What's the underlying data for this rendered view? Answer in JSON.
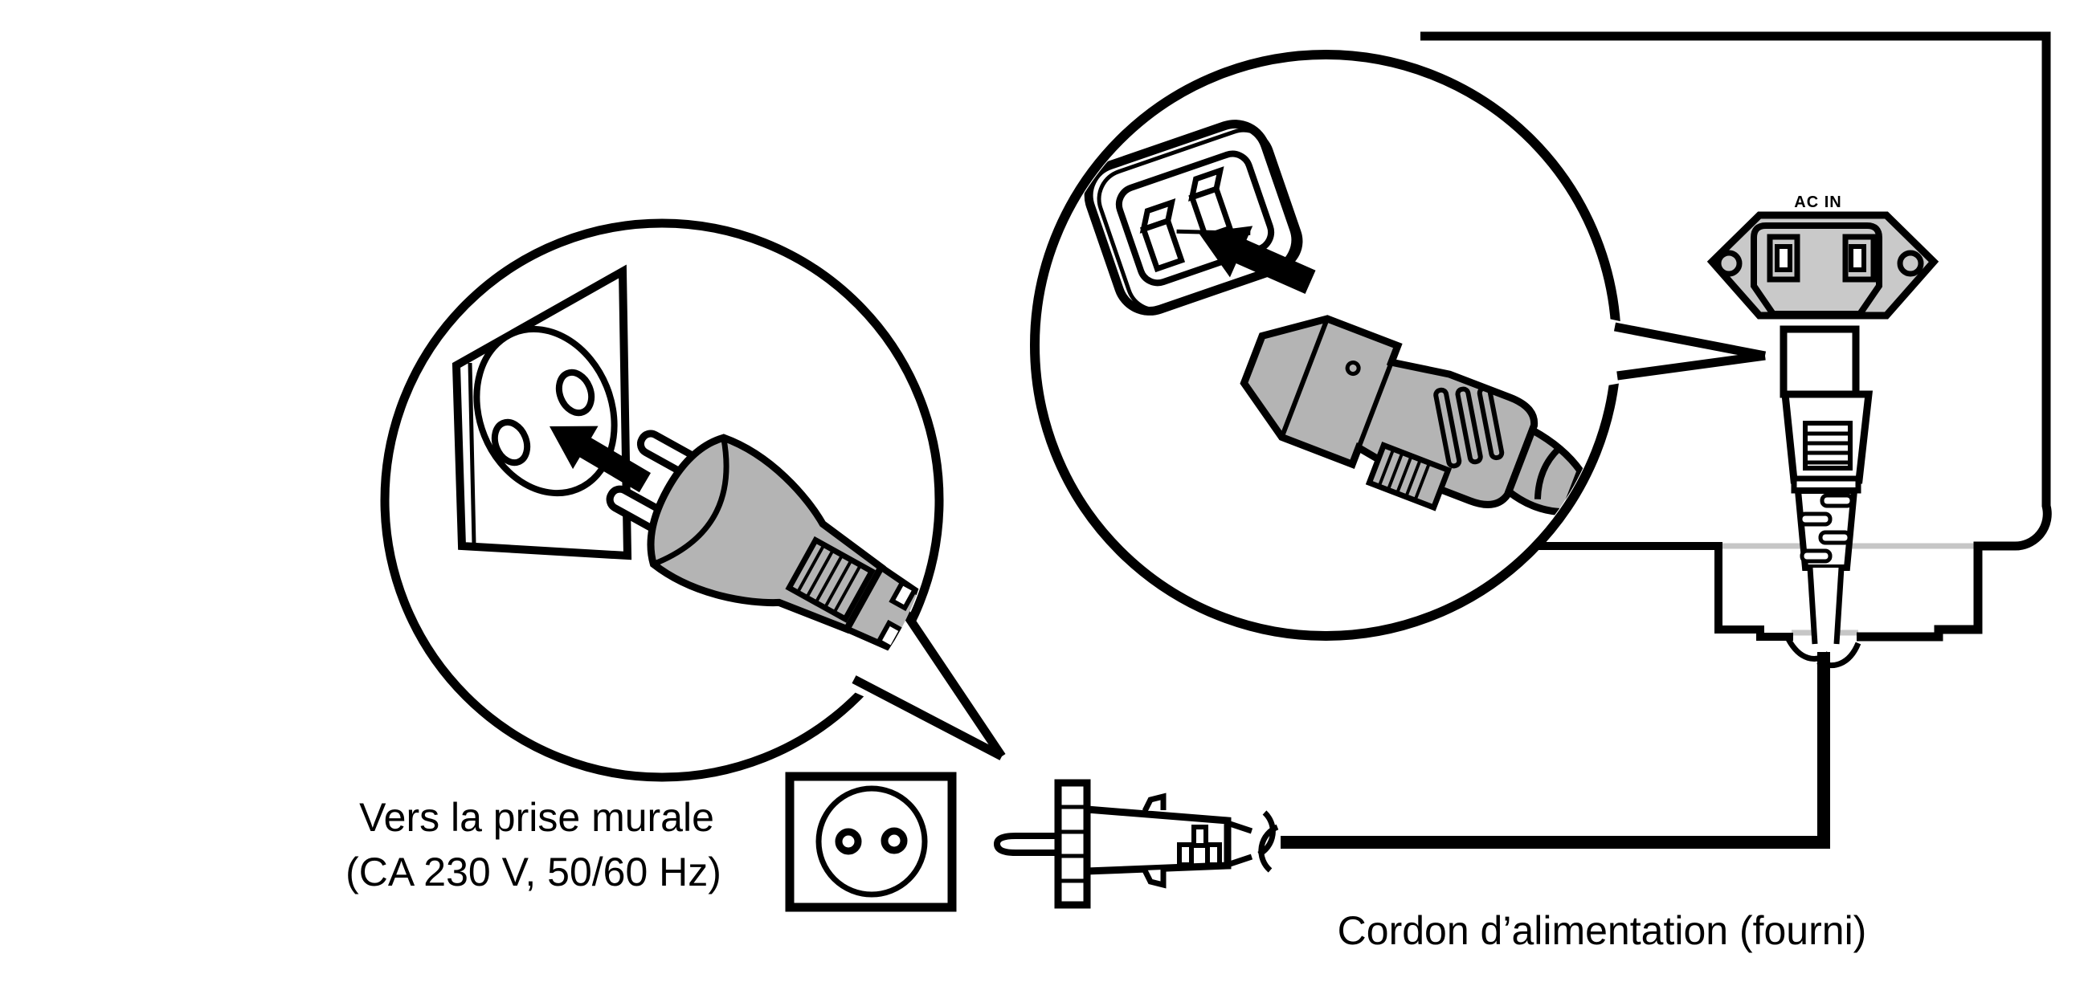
{
  "diagram": {
    "type": "manual-illustration",
    "subject": "power-cord-connection",
    "labels": {
      "ac_in": "AC IN",
      "wall_socket_line1": "Vers la prise murale",
      "wall_socket_line2": "(CA 230 V, 50/60 Hz)",
      "power_cord": "Cordon d’alimentation (fourni)"
    },
    "colors": {
      "outline": "#000000",
      "background": "#ffffff",
      "connector_gray": "#b4b4b4",
      "inlet_flange_gray": "#c9c9c9",
      "hidden_edge_gray": "#c6c6c6"
    },
    "parts": [
      "device-rear-panel",
      "ac-inlet",
      "power-cord-plug",
      "power-cord",
      "magnifier-wall-socket",
      "wall-plate",
      "mains-plug-schuko",
      "magnifier-iec-connector",
      "iec-inlet",
      "iec-connector",
      "wall-outlet-symbol",
      "mains-plug-side-view"
    ]
  }
}
